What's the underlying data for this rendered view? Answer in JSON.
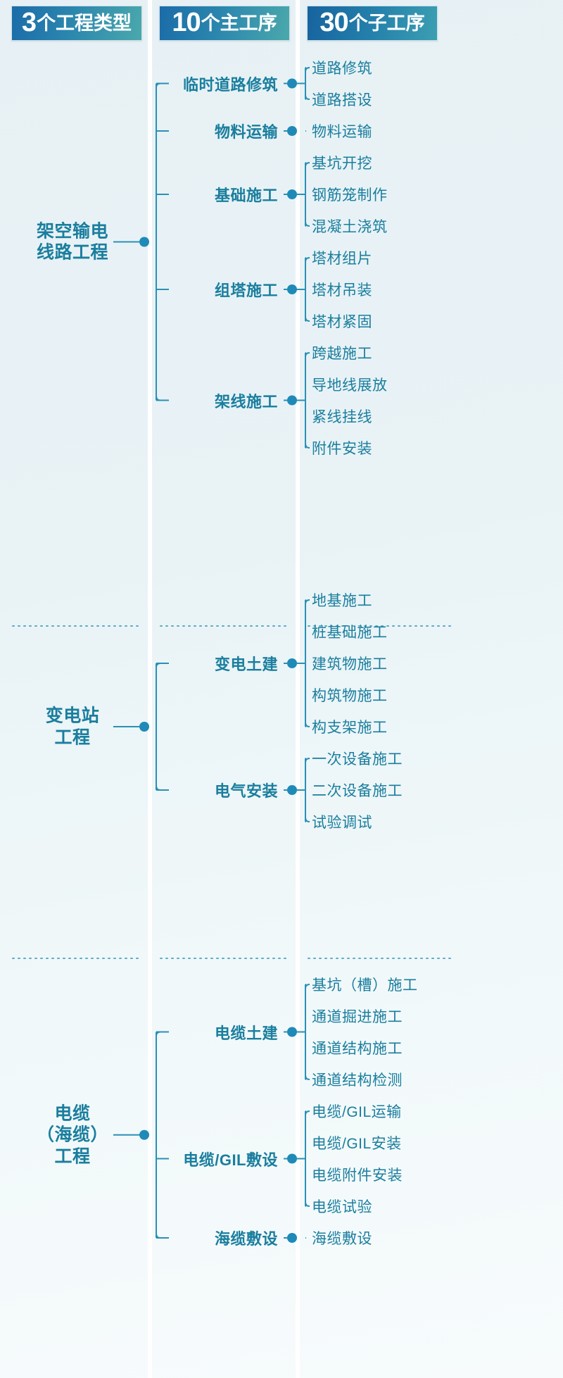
{
  "headers": [
    {
      "num": "3",
      "text": "个工程类型"
    },
    {
      "num": "10",
      "text": "个主工序"
    },
    {
      "num": "30",
      "text": "个子工序"
    }
  ],
  "colors": {
    "accent": "#1a7e9e",
    "node_dot": "#1f8ab8",
    "line": "#2b90b5",
    "background": "#eaf3f6",
    "divider": "#ffffff",
    "header_gradient_start": "#1b6ca8",
    "header_gradient_end": "#4aa8ac"
  },
  "sections": [
    {
      "id": "overhead-line",
      "type": "架空输电\n线路工程",
      "type_lines": [
        "架空输电",
        "线路工程"
      ],
      "main_processes": [
        {
          "label": "临时道路修筑",
          "subs": [
            "道路修筑",
            "道路搭设"
          ]
        },
        {
          "label": "物料运输",
          "subs": [
            "物料运输"
          ]
        },
        {
          "label": "基础施工",
          "subs": [
            "基坑开挖",
            "钢筋笼制作",
            "混凝土浇筑"
          ]
        },
        {
          "label": "组塔施工",
          "subs": [
            "塔材组片",
            "塔材吊装",
            "塔材紧固"
          ]
        },
        {
          "label": "架线施工",
          "subs": [
            "跨越施工",
            "导地线展放",
            "紧线挂线",
            "附件安装"
          ]
        }
      ]
    },
    {
      "id": "substation",
      "type": "变电站\n工程",
      "type_lines": [
        "变电站",
        "工程"
      ],
      "main_processes": [
        {
          "label": "变电土建",
          "subs": [
            "地基施工",
            "桩基础施工",
            "建筑物施工",
            "构筑物施工",
            "构支架施工"
          ]
        },
        {
          "label": "电气安装",
          "subs": [
            "一次设备施工",
            "二次设备施工",
            "试验调试"
          ]
        }
      ]
    },
    {
      "id": "cable",
      "type": "电缆\n（海缆）\n工程",
      "type_lines": [
        "电缆",
        "（海缆）",
        "工程"
      ],
      "main_processes": [
        {
          "label": "电缆土建",
          "subs": [
            "基坑（槽）施工",
            "通道掘进施工",
            "通道结构施工",
            "通道结构检测"
          ]
        },
        {
          "label": "电缆/GIL敷设",
          "subs": [
            "电缆/GIL运输",
            "电缆/GIL安装",
            "电缆附件安装",
            "电缆试验"
          ]
        },
        {
          "label": "海缆敷设",
          "subs": [
            "海缆敷设"
          ]
        }
      ]
    }
  ],
  "counts": {
    "types": 3,
    "main_processes": 10,
    "sub_processes": 30
  }
}
